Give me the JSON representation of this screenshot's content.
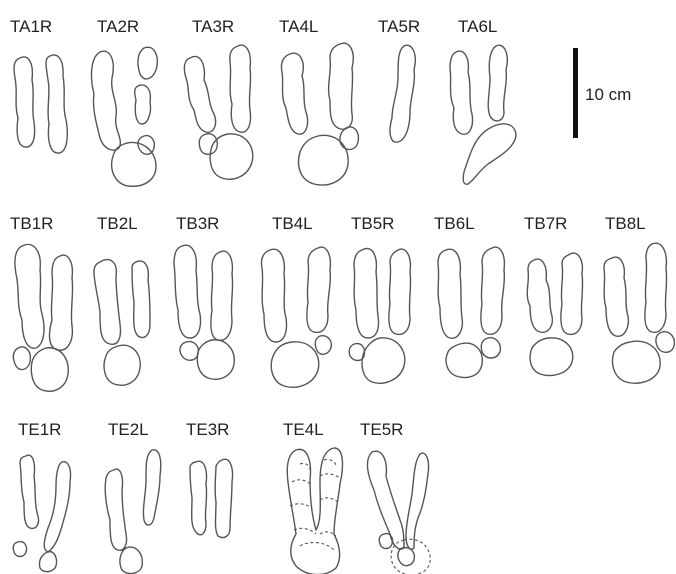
{
  "rows": [
    {
      "id": "A",
      "tracks": [
        {
          "id": "TA1R",
          "label": "TA1R"
        },
        {
          "id": "TA2R",
          "label": "TA2R"
        },
        {
          "id": "TA3R",
          "label": "TA3R"
        },
        {
          "id": "TA4L",
          "label": "TA4L"
        },
        {
          "id": "TA5R",
          "label": "TA5R"
        },
        {
          "id": "TA6L",
          "label": "TA6L"
        }
      ]
    },
    {
      "id": "B",
      "tracks": [
        {
          "id": "TB1R",
          "label": "TB1R"
        },
        {
          "id": "TB2L",
          "label": "TB2L"
        },
        {
          "id": "TB3R",
          "label": "TB3R"
        },
        {
          "id": "TB4L",
          "label": "TB4L"
        },
        {
          "id": "TB5R",
          "label": "TB5R"
        },
        {
          "id": "TB6L",
          "label": "TB6L"
        },
        {
          "id": "TB7R",
          "label": "TB7R"
        },
        {
          "id": "TB8L",
          "label": "TB8L"
        }
      ]
    },
    {
      "id": "E",
      "tracks": [
        {
          "id": "TE1R",
          "label": "TE1R"
        },
        {
          "id": "TE2L",
          "label": "TE2L"
        },
        {
          "id": "TE3R",
          "label": "TE3R"
        },
        {
          "id": "TE4L",
          "label": "TE4L"
        },
        {
          "id": "TE5R",
          "label": "TE5R"
        }
      ]
    }
  ],
  "scale_bar": {
    "label": "10 cm"
  },
  "colors": {
    "outline": "#555555",
    "scale_bar": "#111111",
    "text": "#222222"
  }
}
